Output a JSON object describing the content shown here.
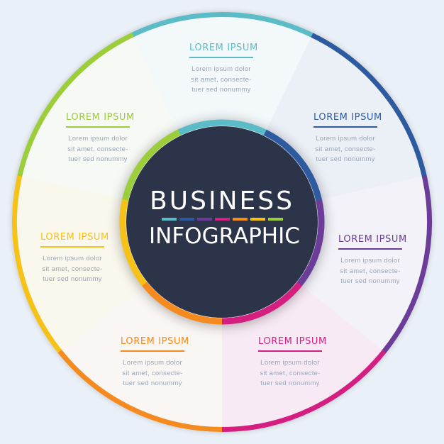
{
  "center": {
    "line1": "BUSINESS",
    "line2": "INFOGRAPHIC"
  },
  "colors": {
    "background": "#eaf0f7",
    "hub": "#2c3449",
    "teal": "#5bbcc8",
    "blue": "#2e5b9f",
    "purple": "#6b3d98",
    "magenta": "#d41f81",
    "orange": "#f58a1f",
    "yellow": "#f6c218",
    "green": "#9ccd3a"
  },
  "segments": [
    {
      "id": "teal",
      "title": "LOREM IPSUM",
      "body": [
        "Lorem ipsum dolor",
        "sit amet, consecte-",
        "tuer sed nonummy"
      ],
      "color": "#5bbcc8"
    },
    {
      "id": "blue",
      "title": "LOREM IPSUM",
      "body": [
        "Lorem ipsum dolor",
        "sit amet, consecte-",
        "tuer sed nonummy"
      ],
      "color": "#2e5b9f"
    },
    {
      "id": "purple",
      "title": "LOREM IPSUM",
      "body": [
        "Lorem ipsum dolor",
        "sit amet, consecte-",
        "tuer sed nonummy"
      ],
      "color": "#6b3d98"
    },
    {
      "id": "magenta",
      "title": "LOREM IPSUM",
      "body": [
        "Lorem ipsum dolor",
        "sit amet, consecte-",
        "tuer sed nonummy"
      ],
      "color": "#d41f81"
    },
    {
      "id": "orange",
      "title": "LOREM IPSUM",
      "body": [
        "Lorem ipsum dolor",
        "sit amet, consecte-",
        "tuer sed nonummy"
      ],
      "color": "#f58a1f"
    },
    {
      "id": "yellow",
      "title": "LOREM IPSUM",
      "body": [
        "Lorem ipsum dolor",
        "sit amet, consecte-",
        "tuer sed nonummy"
      ],
      "color": "#f6c218"
    },
    {
      "id": "green",
      "title": "LOREM IPSUM",
      "body": [
        "Lorem ipsum dolor",
        "sit amet, consecte-",
        "tuer sed nonummy"
      ],
      "color": "#9ccd3a"
    }
  ]
}
